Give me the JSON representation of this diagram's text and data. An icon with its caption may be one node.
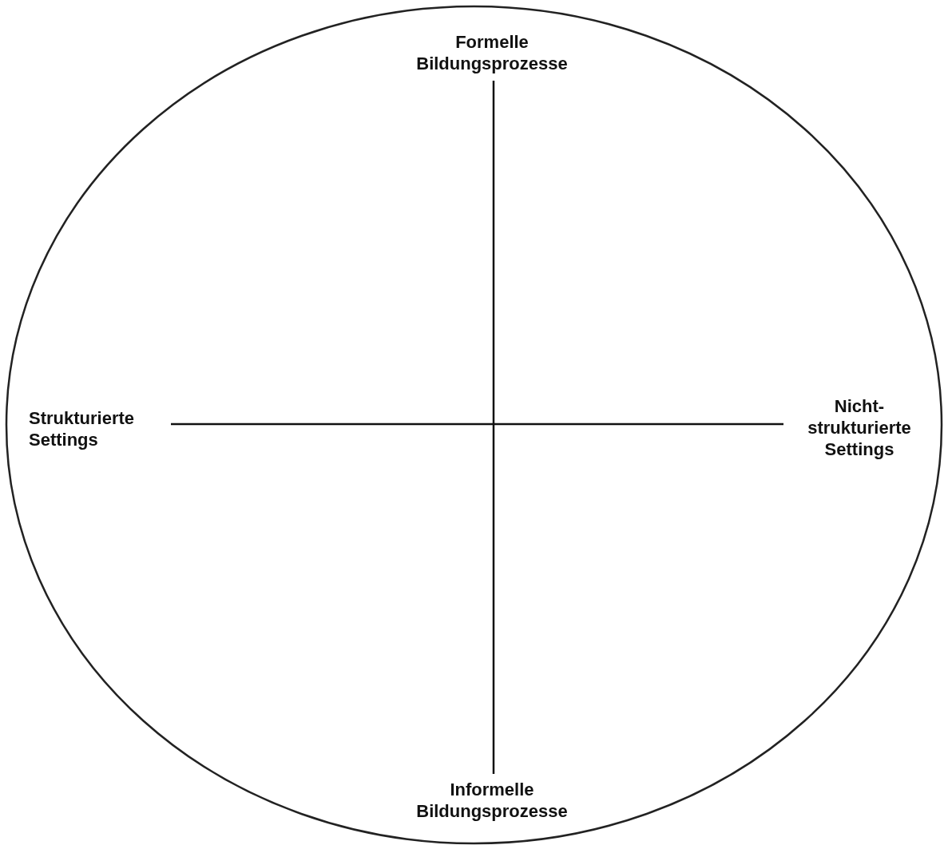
{
  "diagram": {
    "nodes": [
      {
        "text": [],
        "shape": "ellipse"
      },
      {
        "text": [
          "Formelle Bildungsprozesse"
        ],
        "in": 0
      },
      {
        "text": [
          "Strukturierte Settings"
        ],
        "in": 0
      },
      {
        "text": [
          "Nicht-strukturierte Settings"
        ],
        "in": 0
      },
      {
        "text": [
          "Informelle Bildungsprozesse"
        ],
        "in": 0
      }
    ],
    "edges": [
      {
        "from": 1,
        "to": 4,
        "arrow": "none"
      },
      {
        "from": 2,
        "to": 3,
        "arrow": "none"
      }
    ]
  }
}
